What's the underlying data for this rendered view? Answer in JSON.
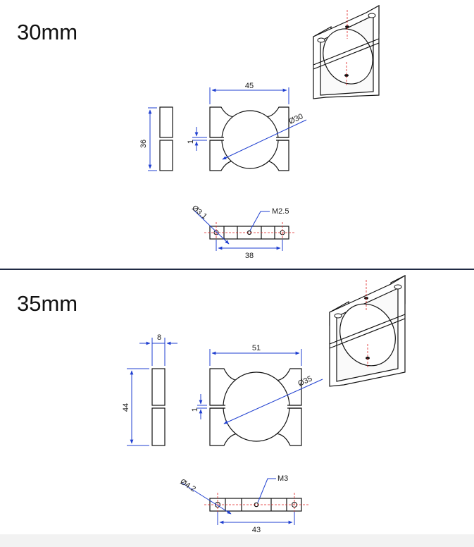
{
  "panels": [
    {
      "title": "30mm",
      "width_label": "45",
      "diameter_label": "Ø30",
      "height_label": "36",
      "gap_label": "1",
      "hole_label": "Ø3.1",
      "thread_label": "M2.5",
      "spacing_label": "38"
    },
    {
      "title": "35mm",
      "thickness_label": "8",
      "width_label": "51",
      "diameter_label": "Ø35",
      "height_label": "44",
      "gap_label": "1",
      "hole_label": "Ø4.2",
      "thread_label": "M3",
      "spacing_label": "43"
    }
  ],
  "colors": {
    "dimension_line": "#1f3fd0",
    "center_line": "#e02020",
    "outline": "#111111",
    "divider": "#1f2a44"
  }
}
